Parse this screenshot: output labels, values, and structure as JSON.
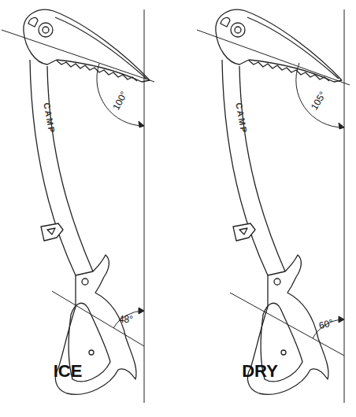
{
  "diagram": {
    "labels": [
      "CAMP",
      "100°",
      "48°",
      "ICE",
      "CAMP",
      "105°",
      "60°",
      "DRY"
    ]
  }
}
